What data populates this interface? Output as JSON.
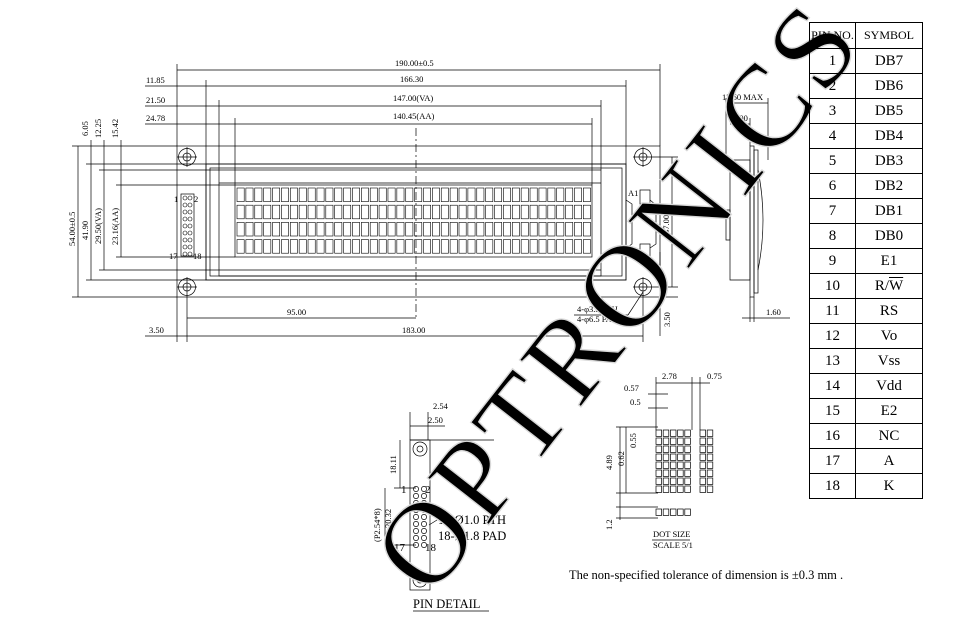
{
  "front_view": {
    "dims": {
      "outline_width": "190.00±0.5",
      "frame_width": "166.30",
      "va_width": "147.00(VA)",
      "aa_width": "140.45(AA)",
      "left_offsets": [
        "11.85",
        "21.50",
        "24.78"
      ],
      "top_offsets": [
        "6.05",
        "12.25",
        "15.42"
      ],
      "outline_height": "54.00±0.5",
      "frame_height": "41.90",
      "va_height": "29.50(VA)",
      "aa_height": "23.16(AA)",
      "center_to_hole": "95.00",
      "hole_span": "183.00",
      "hole_left": "3.50",
      "hole_bottom": "3.50",
      "hole_vertical": "47.00",
      "hole_note_1": "4-φ3.5 PTH",
      "hole_note_2": "4-φ6.5 PAD"
    },
    "labels": {
      "pin1": "1",
      "pin2": "2",
      "pin17": "17",
      "pin18": "18",
      "a1": "A1",
      "k1": "K1"
    }
  },
  "side_view": {
    "max_thickness": "13.60 MAX",
    "depth": "9.00",
    "pcb": "1.60"
  },
  "pin_detail": {
    "pitch": "2.54",
    "width": "2.50",
    "offset": "18.11",
    "pitch_total": "(P2.54*8)",
    "span": "20.32",
    "pin1": "1",
    "pin2": "2",
    "pin17": "17",
    "pin18": "18",
    "note_1": "18-Ø1.0 PTH",
    "note_2": "18-Ø1.8 PAD",
    "title": "PIN DETAIL"
  },
  "dot_size": {
    "col_pitch": "2.78",
    "col_gap": "0.75",
    "dot_width": "0.57",
    "dot_w2": "0.5",
    "row_pitch": "4.89",
    "dot_h": "0.62",
    "dot_h2": "0.55",
    "cursor": "1.2",
    "title": "DOT SIZE",
    "scale": "SCALE 5/1"
  },
  "pin_table": {
    "header_no": "PIN NO.",
    "header_symbol": "SYMBOL",
    "rows": [
      {
        "no": "1",
        "symbol": "DB7"
      },
      {
        "no": "2",
        "symbol": "DB6"
      },
      {
        "no": "3",
        "symbol": "DB5"
      },
      {
        "no": "4",
        "symbol": "DB4"
      },
      {
        "no": "5",
        "symbol": "DB3"
      },
      {
        "no": "6",
        "symbol": "DB2"
      },
      {
        "no": "7",
        "symbol": "DB1"
      },
      {
        "no": "8",
        "symbol": "DB0"
      },
      {
        "no": "9",
        "symbol": "E1"
      },
      {
        "no": "10",
        "symbol": "R/",
        "symbol_over": "W"
      },
      {
        "no": "11",
        "symbol": "RS"
      },
      {
        "no": "12",
        "symbol": "Vo"
      },
      {
        "no": "13",
        "symbol": "Vss"
      },
      {
        "no": "14",
        "symbol": "Vdd"
      },
      {
        "no": "15",
        "symbol": "E2"
      },
      {
        "no": "16",
        "symbol": "NC"
      },
      {
        "no": "17",
        "symbol": "A"
      },
      {
        "no": "18",
        "symbol": "K"
      }
    ]
  },
  "tolerance_note": "The non-specified tolerance of dimension is ±0.3 mm .",
  "watermark": "OPTRONICS"
}
